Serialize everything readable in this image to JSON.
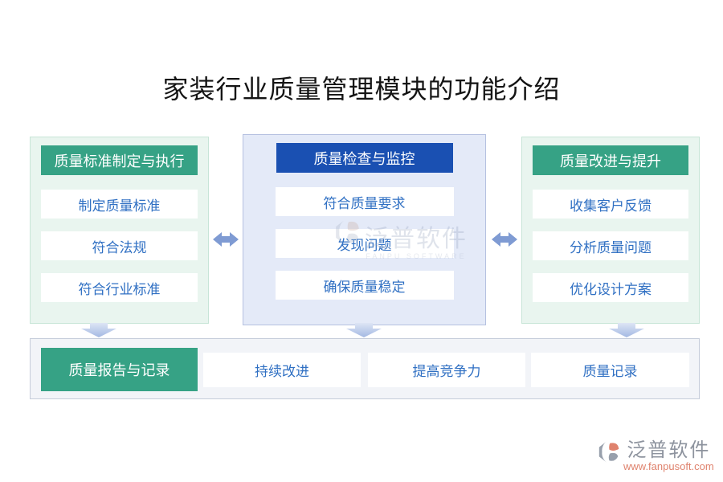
{
  "title": "家装行业质量管理模块的功能介绍",
  "colors": {
    "green_accent": "#36a285",
    "green_panel_bg": "#e9f5ef",
    "blue_accent": "#1a50b2",
    "blue_panel_bg": "#e4eaf8",
    "item_text_blue": "#3070c3",
    "double_arrow_blue": "#7f9bd3",
    "bottom_panel_bg": "#f2f4f8",
    "brand_url_color": "#df826d"
  },
  "columns": [
    {
      "header": "质量标准制定与执行",
      "items": [
        "制定质量标准",
        "符合法规",
        "符合行业标准"
      ]
    },
    {
      "header": "质量检查与监控",
      "items": [
        "符合质量要求",
        "发现问题",
        "确保质量稳定"
      ]
    },
    {
      "header": "质量改进与提升",
      "items": [
        "收集客户反馈",
        "分析质量问题",
        "优化设计方案"
      ]
    }
  ],
  "bottom_row": {
    "header": "质量报告与记录",
    "items": [
      "持续改进",
      "提高竞争力",
      "质量记录"
    ]
  },
  "watermark": {
    "text": "泛普软件",
    "subtext": "FANPU SOFTWARE"
  },
  "brand": {
    "name": "泛普软件",
    "url": "www.fanpusoft.com"
  }
}
